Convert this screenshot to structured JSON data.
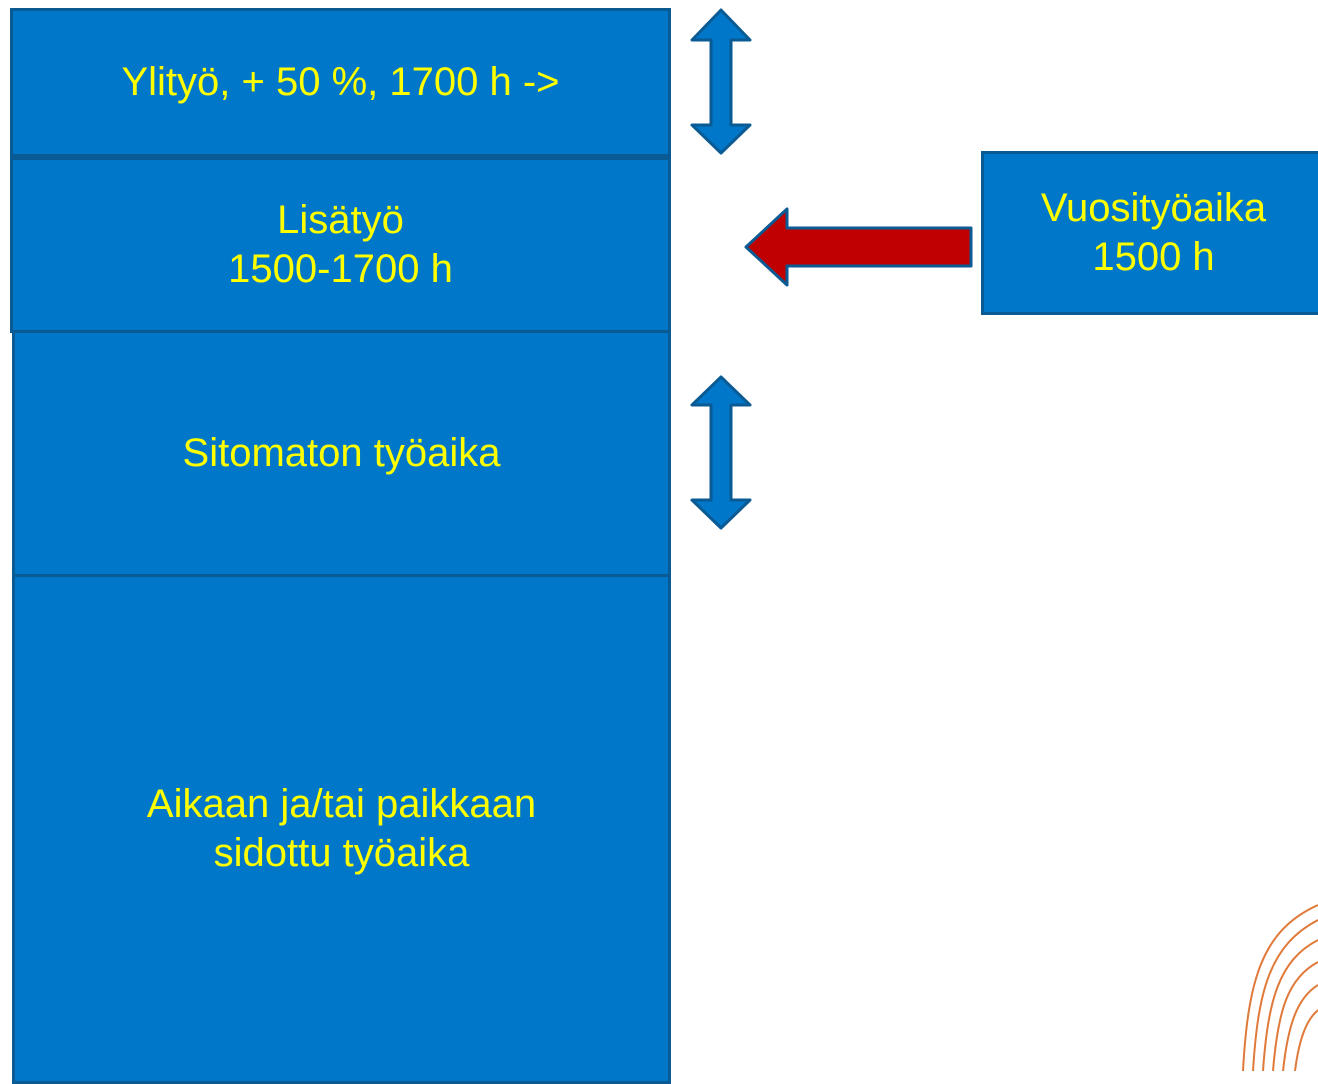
{
  "blocks": {
    "ylityo": "Ylityö, + 50 %, 1700 h ->",
    "lisatyo": "Lisätyö\n1500-1700 h",
    "sitomaton": "Sitomaton työaika",
    "sidottu": "Aikaan ja/tai paikkaan\nsidottu työaika"
  },
  "annual_box": "Vuosityöaika\n1500 h",
  "colors": {
    "box_fill": "#0077c8",
    "box_border": "#0a5a94",
    "text": "#ffff00",
    "red_arrow": "#c00000",
    "decoration": "#e07a3a"
  },
  "icons": [
    "double-arrow-icon",
    "left-arrow-icon",
    "decorative-swirl"
  ]
}
